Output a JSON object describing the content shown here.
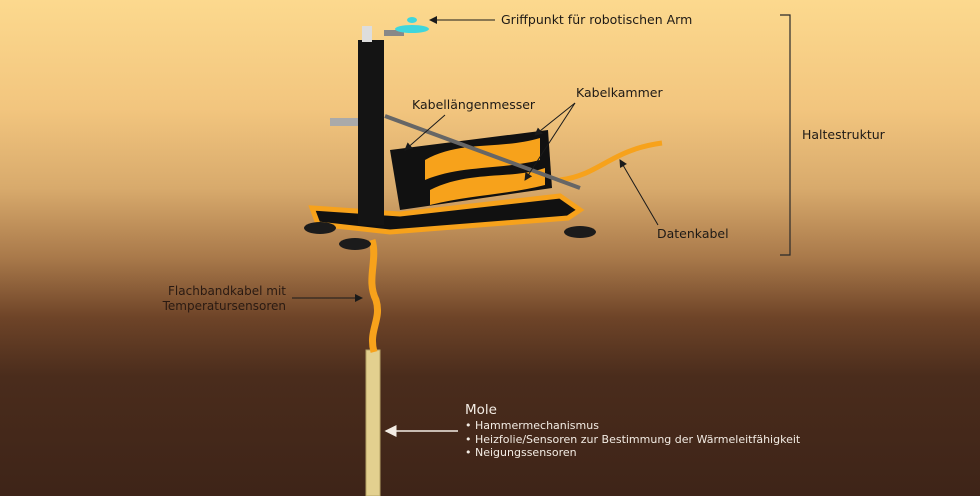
{
  "labels": {
    "griffpunkt": "Griffpunkt für robotischen Arm",
    "kabellaengenmesser": "Kabellängenmesser",
    "kabelkammer": "Kabelkammer",
    "haltestruktur": "Haltestruktur",
    "datenkabel": "Datenkabel",
    "flachband_line1": "Flachbandkabel mit",
    "flachband_line2": "Temperatursensoren"
  },
  "mole": {
    "title": "Mole",
    "items": [
      "Hammermechanismus",
      "Heizfolie/Sensoren zur Bestimmung der Wärmeleitfähigkeit",
      "Neigungssensoren"
    ]
  },
  "colors": {
    "orange": "#f7a21b",
    "structure": "#1a1a1a",
    "mole": "#e3d08f",
    "grip": "#3fd6dc"
  }
}
